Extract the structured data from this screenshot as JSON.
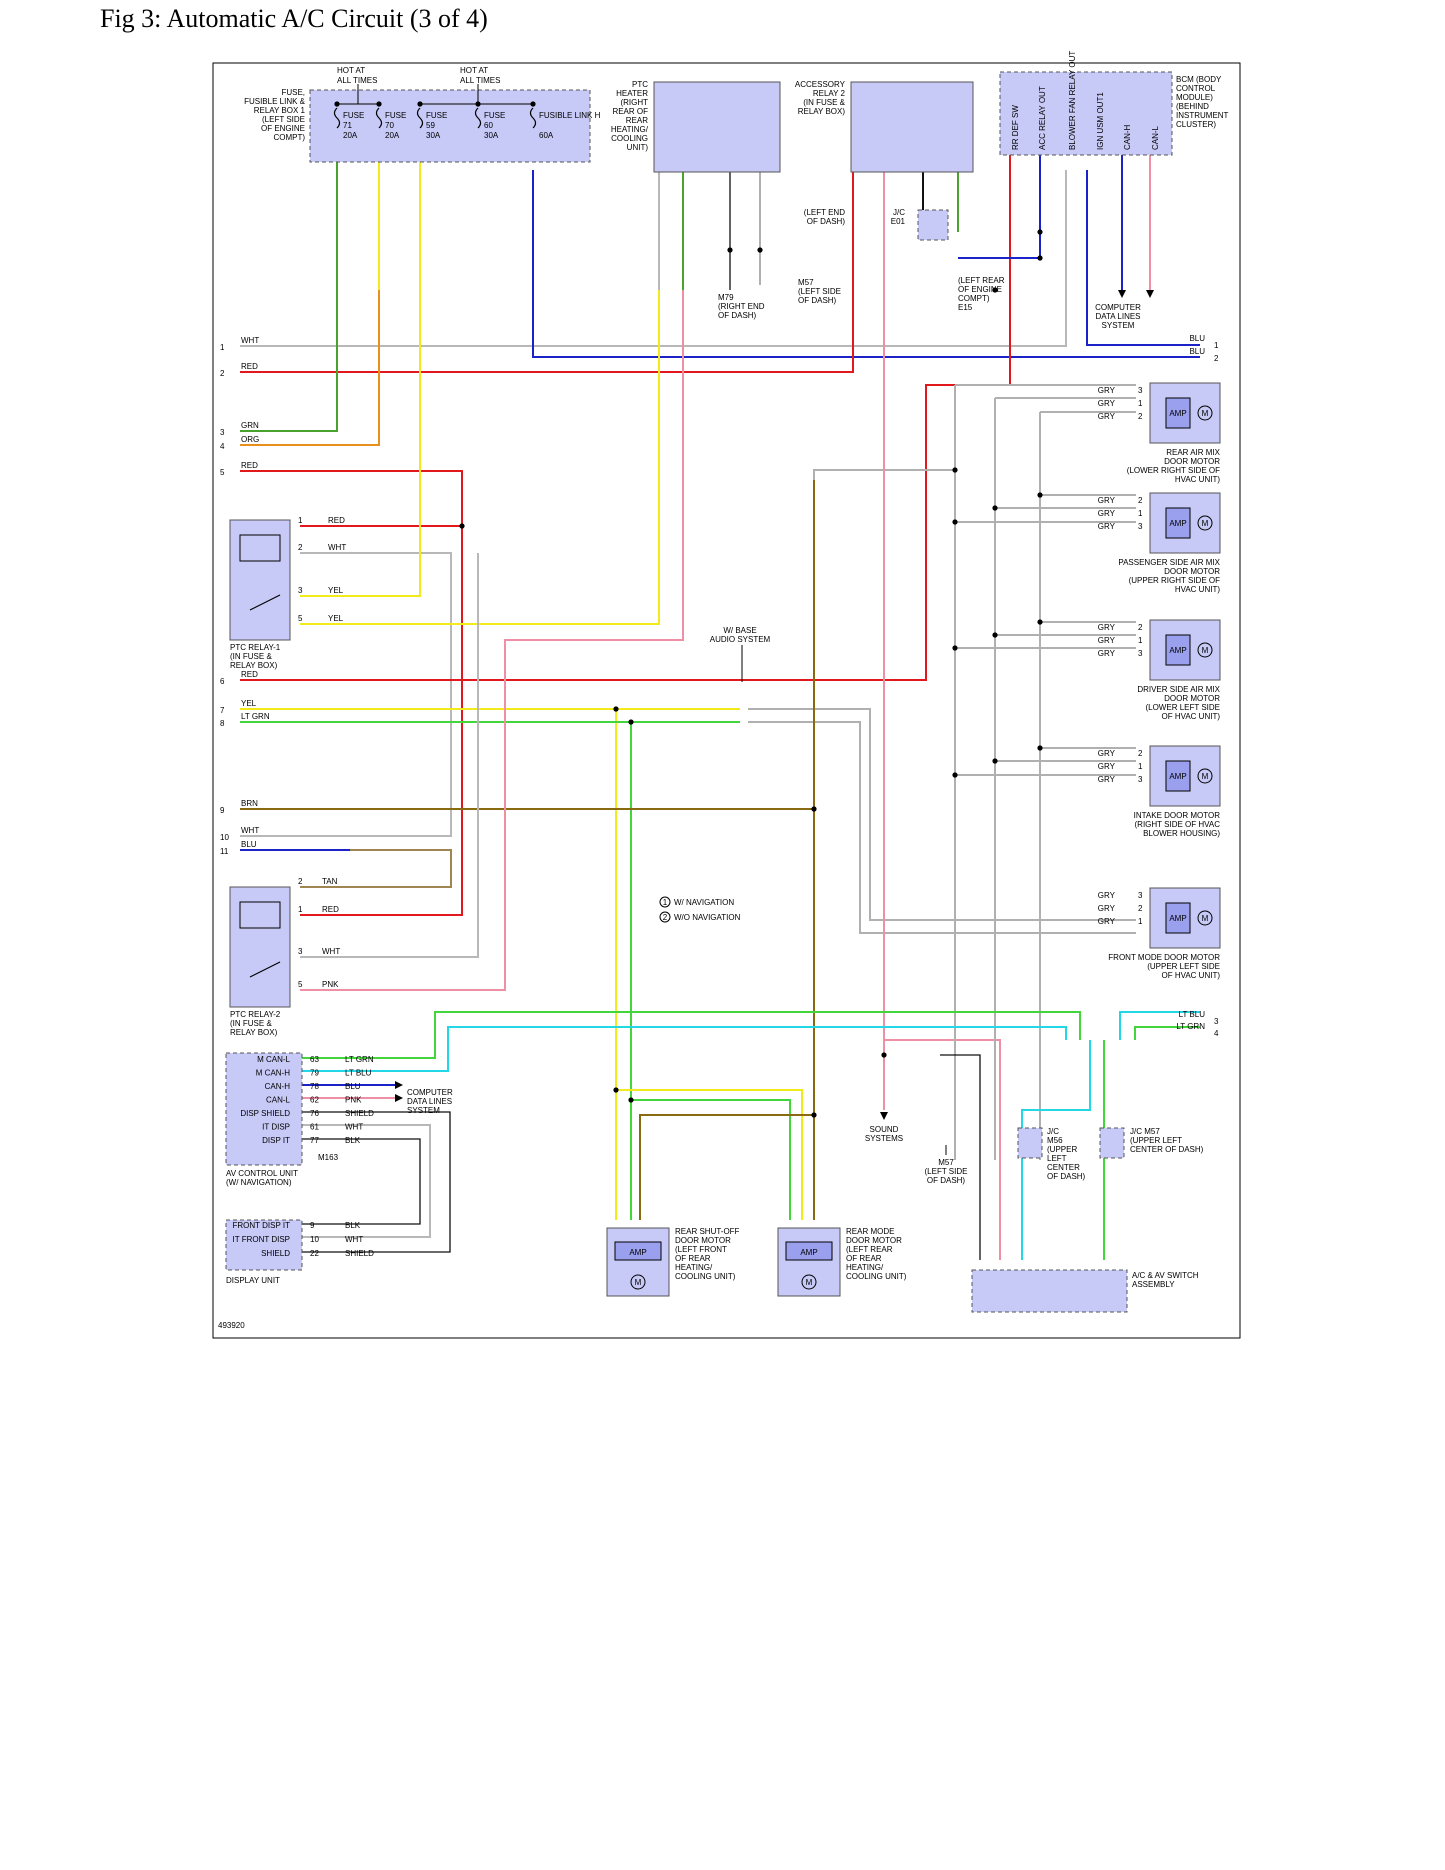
{
  "title": "Fig 3: Automatic A/C Circuit (3 of 4)",
  "figure_id": "493920",
  "colors": {
    "RED": "#e3181d",
    "WHT": "#b8b8b8",
    "BLU": "#1b22c8",
    "GRN": "#4aa12e",
    "YEL": "#f3ea1b",
    "ORG": "#e8901b",
    "PNK": "#ef8fa6",
    "BRN": "#8a6a10",
    "TAN": "#a08550",
    "GRY": "#b0b0b0",
    "LTGRN": "#43d63c",
    "LTBLU": "#23d8e6",
    "BLK": "#111111",
    "box": "#c7c9f6"
  },
  "top": {
    "hot1": "HOT AT ALL TIMES",
    "hot2": "HOT AT ALL TIMES",
    "fuse_box_label": [
      "FUSE,",
      "FUSIBLE LINK &",
      "RELAY BOX 1",
      "(LEFT SIDE",
      "OF ENGINE",
      "COMPT)"
    ],
    "fuses": [
      {
        "name": "FUSE",
        "num": "71",
        "amp": "20A"
      },
      {
        "name": "FUSE",
        "num": "70",
        "amp": "20A"
      },
      {
        "name": "FUSE",
        "num": "59",
        "amp": "30A"
      },
      {
        "name": "FUSE",
        "num": "60",
        "amp": "30A"
      },
      {
        "name": "FUSIBLE LINK H",
        "num": "",
        "amp": "60A"
      }
    ],
    "ptc_heater": [
      "PTC",
      "HEATER",
      "(RIGHT",
      "REAR OF",
      "REAR",
      "HEATING/",
      "COOLING",
      "UNIT)"
    ],
    "acc_relay": [
      "ACCESSORY",
      "RELAY 2",
      "(IN FUSE &",
      "RELAY BOX)"
    ],
    "bcm_pins": [
      "RR DEF SW",
      "ACC RELAY OUT",
      "BLOWER FAN RELAY OUT",
      "IGN USM OUT1",
      "CAN-H",
      "CAN-L"
    ],
    "bcm_label": [
      "BCM (BODY",
      "CONTROL",
      "MODULE)",
      "(BEHIND",
      "INSTRUMENT",
      "CLUSTER)"
    ],
    "jc_e01": [
      "J/C",
      "E01"
    ],
    "left_end_dash": [
      "(LEFT END",
      "OF DASH)"
    ],
    "m79": [
      "M79",
      "(RIGHT END",
      "OF DASH)"
    ],
    "m57_top": [
      "M57",
      "(LEFT SIDE",
      "OF DASH)"
    ],
    "e15": [
      "(LEFT REAR",
      "OF ENGINE",
      "COMPT)",
      "E15"
    ],
    "computer_data": [
      "COMPUTER",
      "DATA LINES",
      "SYSTEM"
    ]
  },
  "left_lines": [
    {
      "n": "1",
      "c": "WHT"
    },
    {
      "n": "2",
      "c": "RED"
    },
    {
      "n": "3",
      "c": "GRN"
    },
    {
      "n": "4",
      "c": "ORG"
    },
    {
      "n": "5",
      "c": "RED"
    },
    {
      "n": "6",
      "c": "RED"
    },
    {
      "n": "7",
      "c": "YEL"
    },
    {
      "n": "8",
      "c": "LT GRN"
    },
    {
      "n": "9",
      "c": "BRN"
    },
    {
      "n": "10",
      "c": "WHT"
    },
    {
      "n": "11",
      "c": "BLU"
    }
  ],
  "right_edge": [
    {
      "n": "1",
      "c": "BLU"
    },
    {
      "n": "2",
      "c": "BLU"
    },
    {
      "n": "3",
      "c": "LT BLU"
    },
    {
      "n": "4",
      "c": "LT GRN"
    }
  ],
  "ptc_relay1": {
    "label": [
      "PTC RELAY-1",
      "(IN FUSE &",
      "RELAY BOX)"
    ],
    "pins": [
      {
        "p": "1",
        "c": "RED"
      },
      {
        "p": "2",
        "c": "WHT"
      },
      {
        "p": "3",
        "c": "YEL"
      },
      {
        "p": "5",
        "c": "YEL"
      }
    ]
  },
  "ptc_relay2": {
    "label": [
      "PTC RELAY-2",
      "(IN FUSE &",
      "RELAY BOX)"
    ],
    "pins": [
      {
        "p": "2",
        "c": "TAN"
      },
      {
        "p": "1",
        "c": "RED"
      },
      {
        "p": "3",
        "c": "WHT"
      },
      {
        "p": "5",
        "c": "PNK"
      }
    ]
  },
  "base_audio": [
    "W/ BASE",
    "AUDIO SYSTEM"
  ],
  "notes": [
    "W/ NAVIGATION",
    "W/O NAVIGATION"
  ],
  "motors": [
    {
      "label": [
        "REAR AIR MIX",
        "DOOR MOTOR",
        "(LOWER RIGHT SIDE OF",
        "HVAC UNIT)"
      ],
      "pins": [
        "3",
        "1",
        "2"
      ]
    },
    {
      "label": [
        "PASSENGER SIDE AIR MIX",
        "DOOR MOTOR",
        "(UPPER RIGHT SIDE OF",
        "HVAC UNIT)"
      ],
      "pins": [
        "2",
        "1",
        "3"
      ]
    },
    {
      "label": [
        "DRIVER SIDE AIR MIX",
        "DOOR MOTOR",
        "(LOWER LEFT SIDE",
        "OF HVAC UNIT)"
      ],
      "pins": [
        "2",
        "1",
        "3"
      ]
    },
    {
      "label": [
        "INTAKE DOOR MOTOR",
        "(RIGHT SIDE OF HVAC",
        "BLOWER HOUSING)"
      ],
      "pins": [
        "2",
        "1",
        "3"
      ]
    },
    {
      "label": [
        "FRONT MODE DOOR MOTOR",
        "(UPPER LEFT SIDE",
        "OF HVAC UNIT)"
      ],
      "pins": [
        "3",
        "2",
        "1"
      ]
    }
  ],
  "av_unit": {
    "pins": [
      {
        "name": "M CAN-L",
        "p": "63",
        "c": "LT GRN"
      },
      {
        "name": "M CAN-H",
        "p": "79",
        "c": "LT BLU"
      },
      {
        "name": "CAN-H",
        "p": "78",
        "c": "BLU"
      },
      {
        "name": "CAN-L",
        "p": "62",
        "c": "PNK"
      },
      {
        "name": "DISP SHIELD",
        "p": "76",
        "c": "SHIELD"
      },
      {
        "name": "IT DISP",
        "p": "61",
        "c": "WHT"
      },
      {
        "name": "DISP IT",
        "p": "77",
        "c": "BLK"
      }
    ],
    "connector": "M163",
    "label": [
      "AV CONTROL UNIT",
      "(W/ NAVIGATION)"
    ]
  },
  "display_unit": {
    "pins": [
      {
        "name": "FRONT DISP IT",
        "p": "9",
        "c": "BLK"
      },
      {
        "name": "IT FRONT DISP",
        "p": "10",
        "c": "WHT"
      },
      {
        "name": "SHIELD",
        "p": "22",
        "c": "SHIELD"
      }
    ],
    "label": "DISPLAY UNIT"
  },
  "rear_shutoff": [
    "REAR SHUT-OFF",
    "DOOR MOTOR",
    "(LEFT FRONT",
    "OF REAR",
    "HEATING/",
    "COOLING UNIT)"
  ],
  "rear_mode": [
    "REAR MODE",
    "DOOR MOTOR",
    "(LEFT REAR",
    "OF REAR",
    "HEATING/",
    "COOLING UNIT)"
  ],
  "sound_systems": [
    "SOUND",
    "SYSTEMS"
  ],
  "m57_bottom": [
    "M57",
    "(LEFT SIDE",
    "OF DASH)"
  ],
  "jc_m56": [
    "J/C",
    "M56",
    "(UPPER",
    "LEFT",
    "CENTER",
    "OF DASH)"
  ],
  "jc_m57": [
    "J/C M57",
    "(UPPER LEFT",
    "CENTER OF DASH)"
  ],
  "ac_switch": [
    "A/C & AV SWITCH",
    "ASSEMBLY"
  ],
  "amp": "AMP",
  "motor_symbol": "M"
}
